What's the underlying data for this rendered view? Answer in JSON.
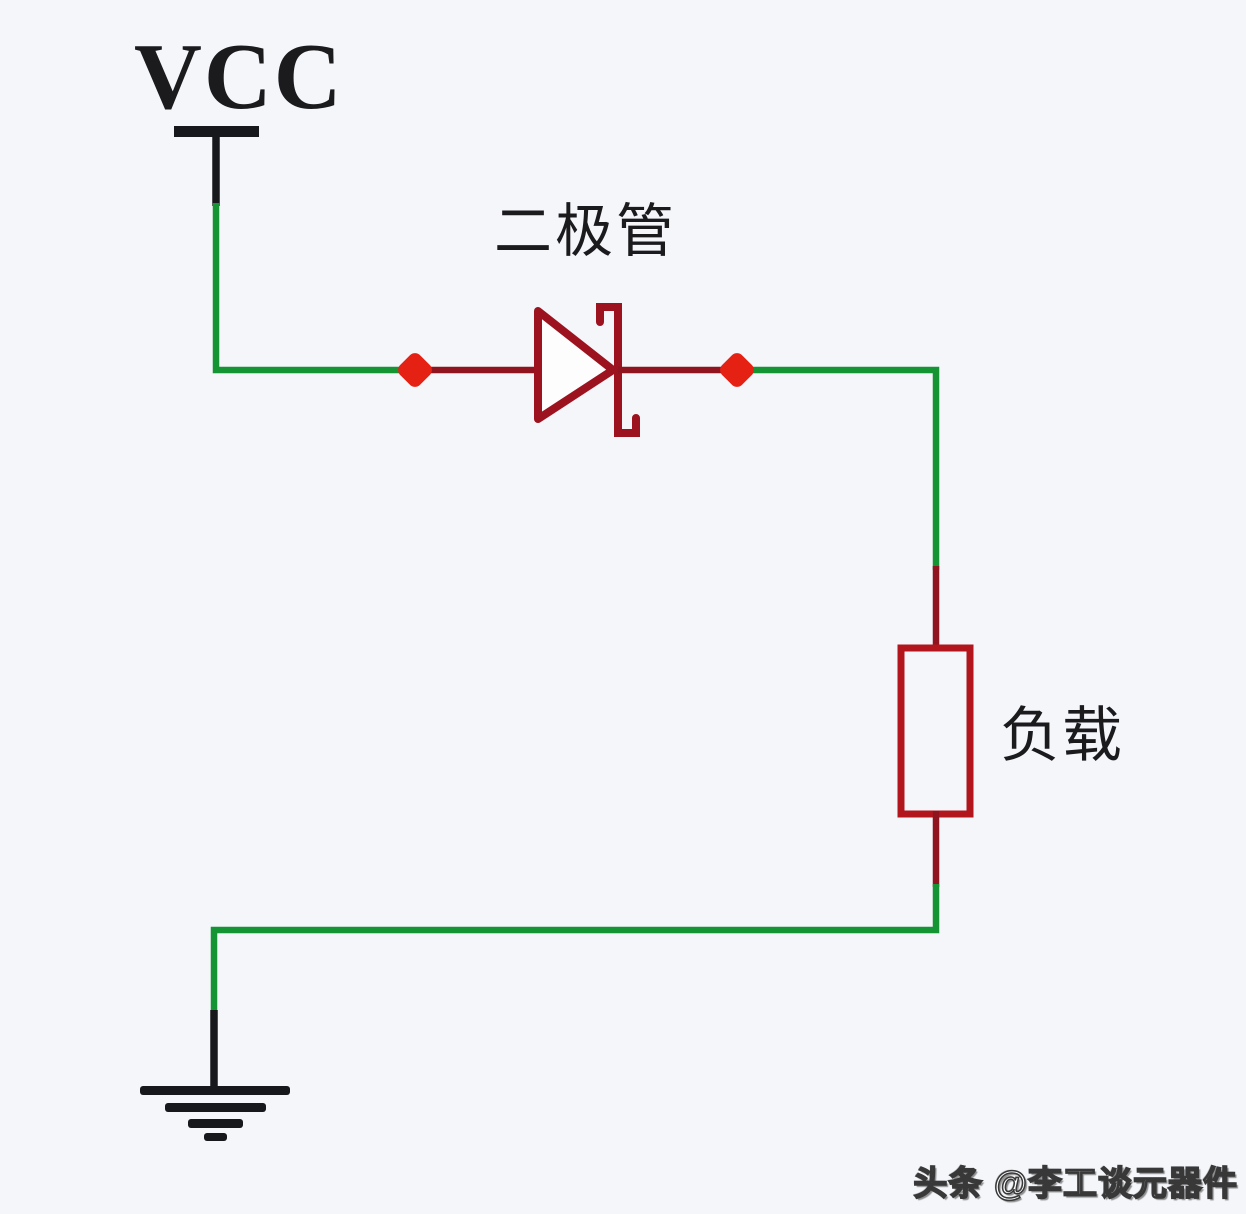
{
  "diagram": {
    "type": "circuit-schematic",
    "components": {
      "power_rail": {
        "label": "VCC",
        "type": "power-rail"
      },
      "diode": {
        "label": "二极管",
        "type": "schottky-diode"
      },
      "load": {
        "label": "负载",
        "type": "resistor-load"
      },
      "ground": {
        "type": "earth-ground"
      }
    },
    "watermark": "头条 @李工谈元器件",
    "junction_dots": 2,
    "colors": {
      "background": "#f4f6fa",
      "wire_green": "#149433",
      "wire_maroon": "#8f141f",
      "component_red": "#9c131f",
      "resistor_red": "#b2161c",
      "junction_dot_red": "#e52114",
      "black": "#17181c",
      "label_black": "#1b1b1e"
    }
  }
}
